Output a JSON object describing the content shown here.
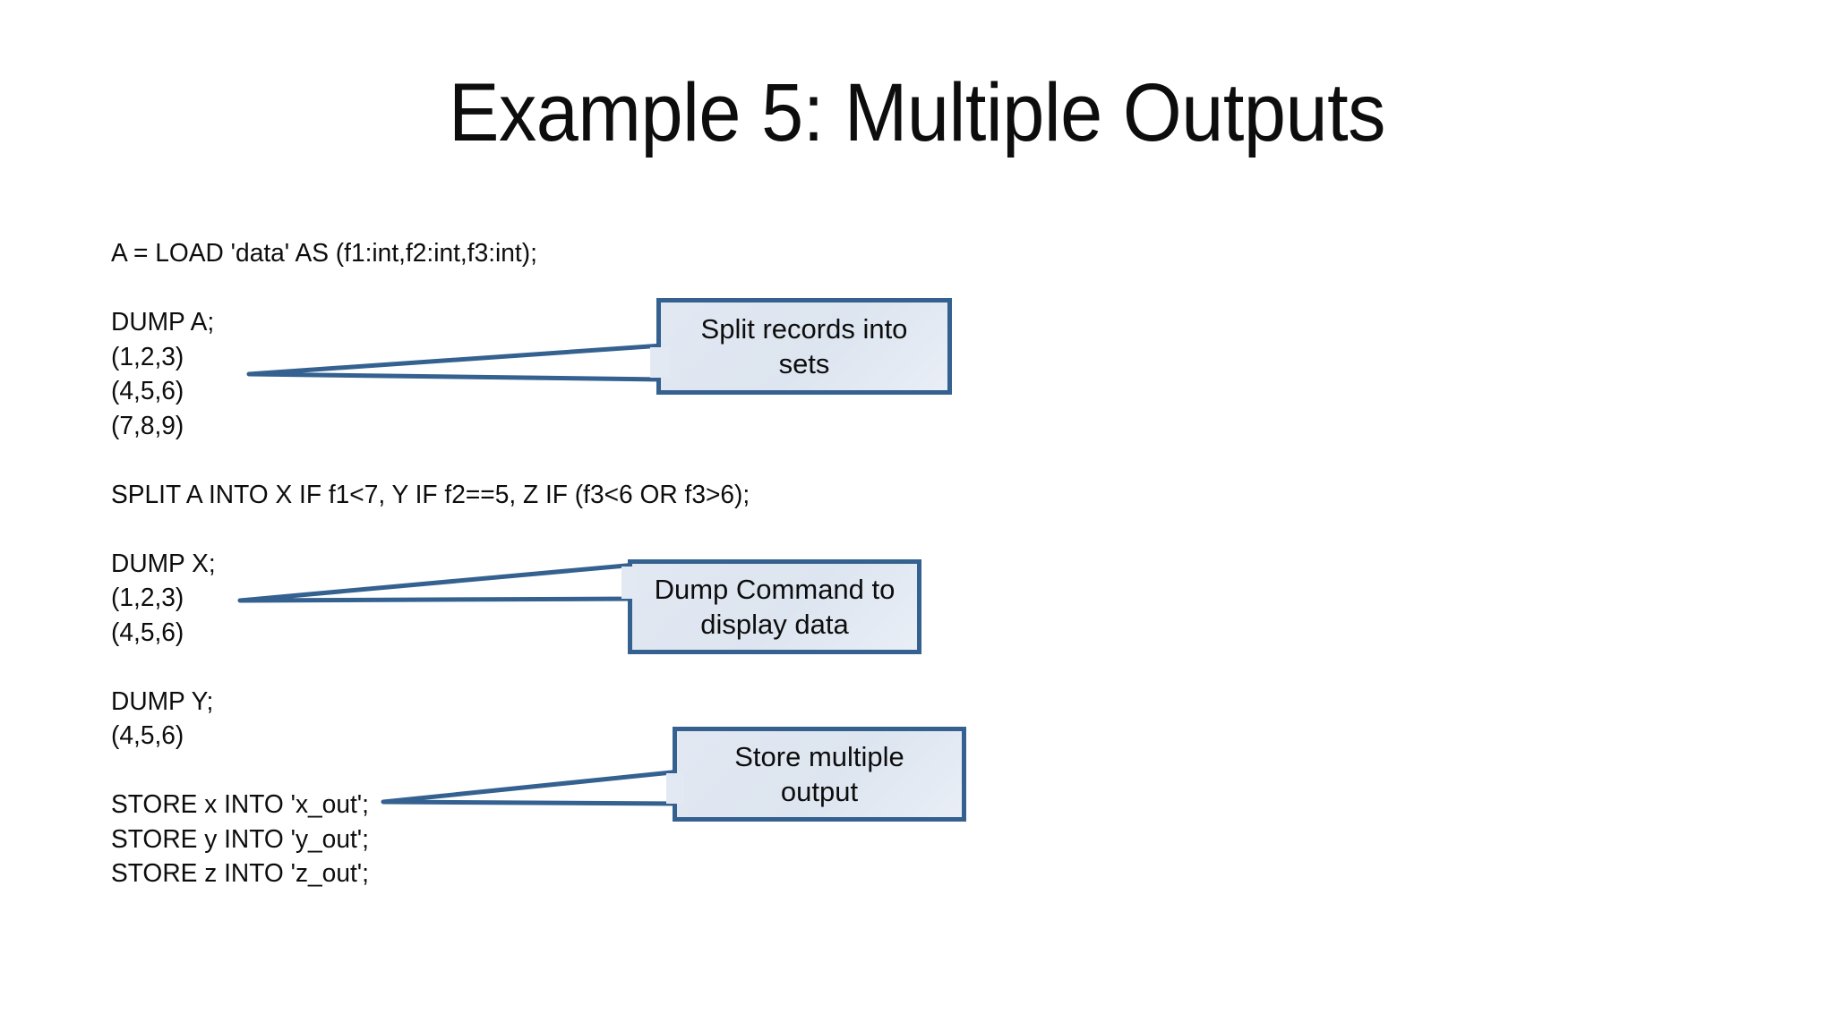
{
  "slide": {
    "title": "Example 5: Multiple Outputs",
    "background_color": "#ffffff",
    "text_color": "#0d0d0d"
  },
  "code": {
    "lines": [
      "A = LOAD 'data' AS (f1:int,f2:int,f3:int);",
      "",
      "DUMP A;",
      "(1,2,3)",
      "(4,5,6)",
      "(7,8,9)",
      "",
      "SPLIT A INTO X IF f1<7, Y IF f2==5, Z IF (f3<6 OR f3>6);",
      "",
      "DUMP X;",
      "(1,2,3)",
      "(4,5,6)",
      "",
      "DUMP Y;",
      "(4,5,6)",
      "",
      "STORE x INTO 'x_out';",
      "STORE y INTO 'y_out';",
      "STORE z INTO 'z_out';"
    ]
  },
  "callouts": [
    {
      "id": "split-records",
      "line1": "Split records into",
      "line2": "sets",
      "fill_color": "#e3e9f3",
      "border_color": "#34618f"
    },
    {
      "id": "dump-command",
      "line1": "Dump Command to",
      "line2": "display data",
      "fill_color": "#e3e9f3",
      "border_color": "#34618f"
    },
    {
      "id": "store-multiple",
      "line1": "Store multiple",
      "line2": "output",
      "fill_color": "#e3e9f3",
      "border_color": "#34618f"
    }
  ]
}
